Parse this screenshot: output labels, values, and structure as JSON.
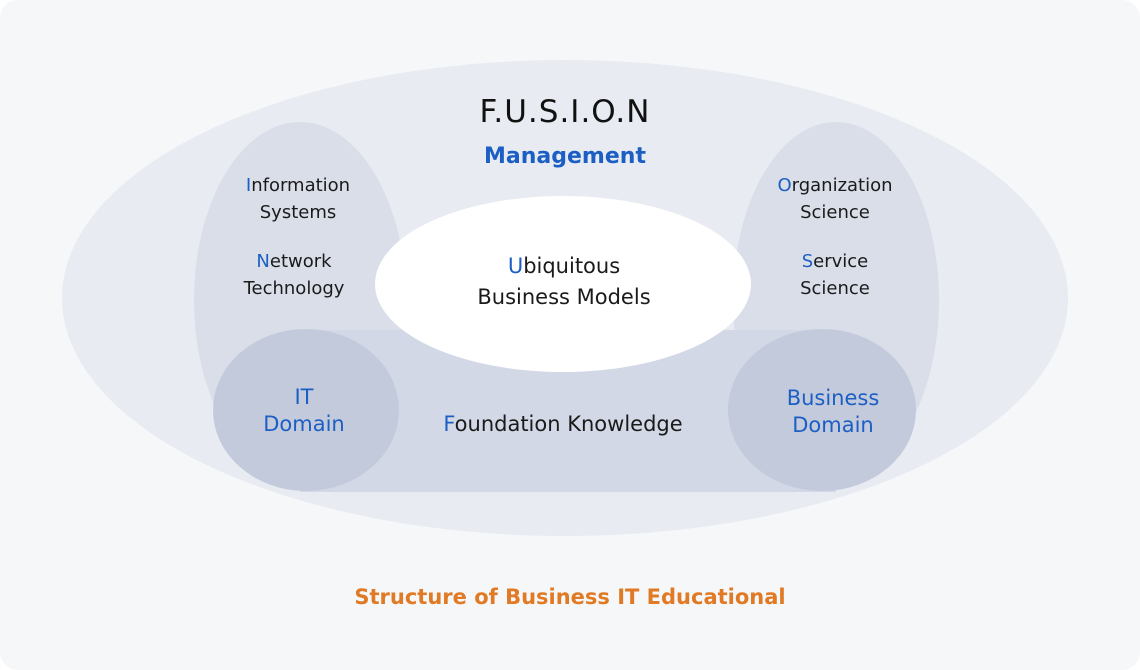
{
  "diagram": {
    "title": "F.U.S.I.O.N",
    "management": "Management",
    "left_column": {
      "info_initial": "I",
      "info_rest": "nformation",
      "info_line2": "Systems",
      "network_initial": "N",
      "network_rest": "etwork",
      "network_line2": "Technology"
    },
    "right_column": {
      "org_initial": "O",
      "org_rest": "rganization",
      "org_line2": "Science",
      "service_initial": "S",
      "service_rest": "ervice",
      "service_line2": "Science"
    },
    "center": {
      "initial": "U",
      "rest": "biquitous",
      "line2": "Business Models"
    },
    "it_domain": {
      "line1": "IT",
      "line2": "Domain"
    },
    "business_domain": {
      "line1": "Business",
      "line2": "Domain"
    },
    "foundation": {
      "initial": "F",
      "rest": "oundation Knowledge"
    },
    "caption": "Structure of Business IT Educational"
  },
  "colors": {
    "accent_blue": "#1c5fc4",
    "caption_orange": "#e07a24",
    "outer_ellipse": "#e8ebf1",
    "side_ellipse": "#d9dee9",
    "foundation_band": "#d2d8e5",
    "domain_ellipse": "#c3cadc",
    "center_ellipse": "#ffffff"
  }
}
